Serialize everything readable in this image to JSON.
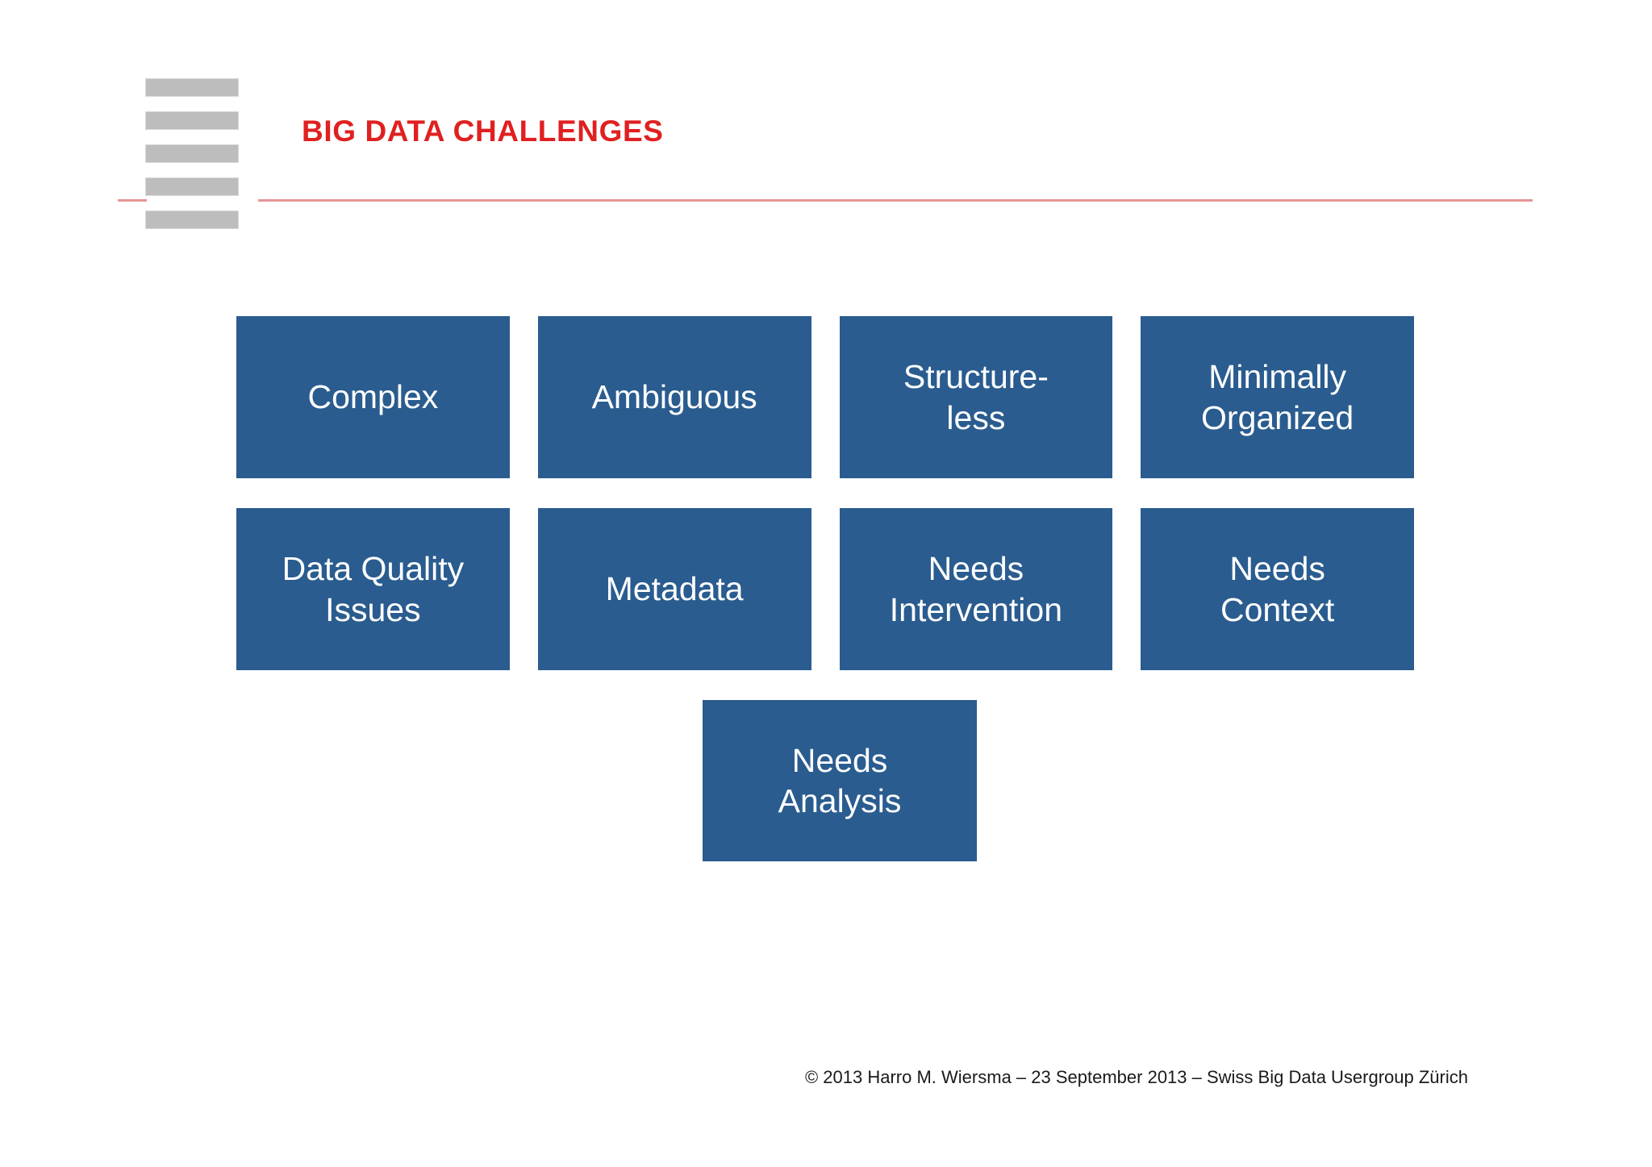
{
  "slide": {
    "title": "BIG DATA CHALLENGES",
    "title_color": "#e02020",
    "rule_color": "#e79494",
    "box_color": "#2a5c8f",
    "logo_bar_color": "#bdbdbd",
    "background": "#ffffff"
  },
  "boxes": {
    "row1": [
      {
        "label": "Complex"
      },
      {
        "label": "Ambiguous"
      },
      {
        "label": "Structure-\nless"
      },
      {
        "label": "Minimally\nOrganized"
      }
    ],
    "row2": [
      {
        "label": "Data Quality\nIssues"
      },
      {
        "label": "Metadata"
      },
      {
        "label": "Needs\nIntervention"
      },
      {
        "label": "Needs\nContext"
      }
    ],
    "row3": [
      {
        "label": "Needs\nAnalysis"
      }
    ]
  },
  "footer": {
    "text": "© 2013 Harro M. Wiersma – 23 September 2013 – Swiss Big Data Usergroup Zürich"
  }
}
